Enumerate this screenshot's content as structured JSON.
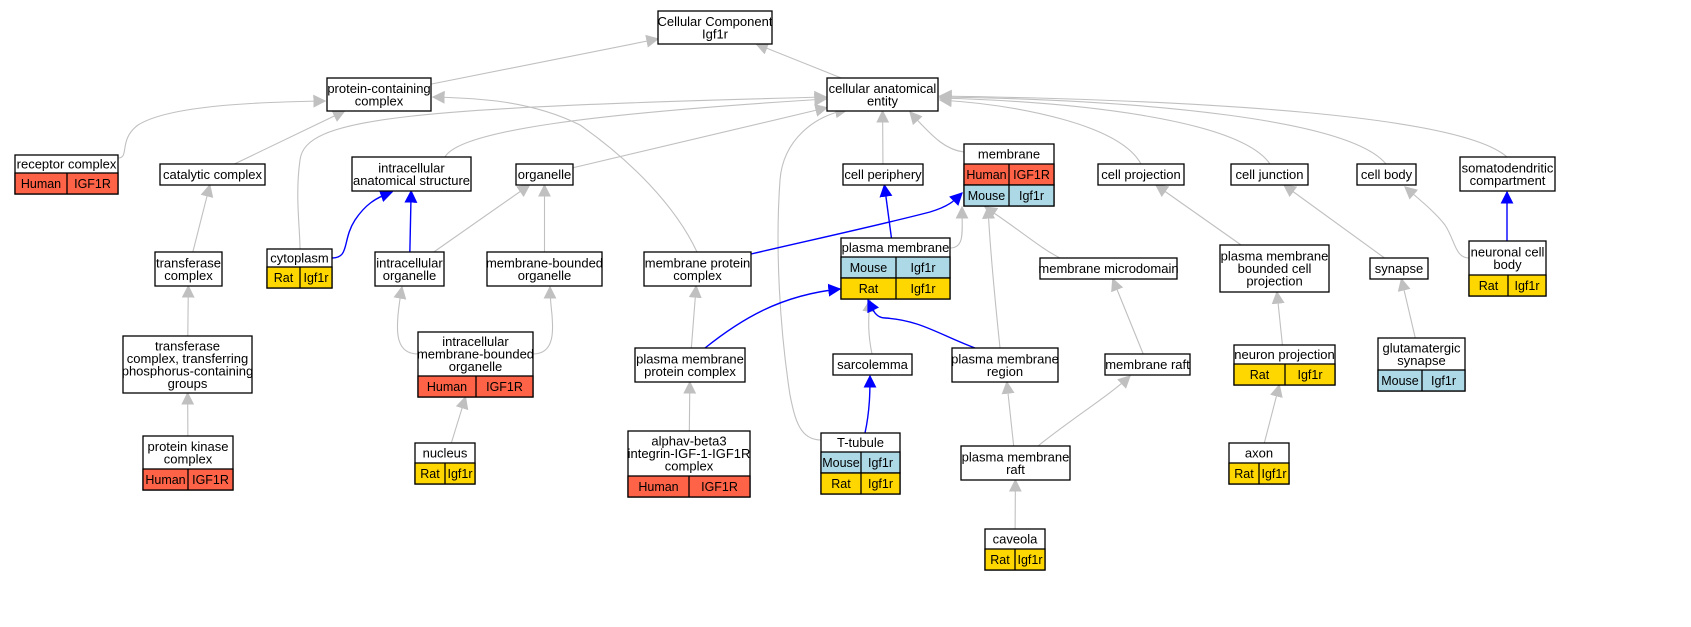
{
  "colors": {
    "edge_gray": "#c0c0c0",
    "edge_blue": "#0000ff",
    "human": "#ff6347",
    "mouse": "#add8e6",
    "rat": "#ffd700",
    "node_fill": "#ffffff",
    "node_stroke": "#000000"
  },
  "nodes": [
    {
      "id": "cc",
      "lines": [
        "Cellular Component",
        "Igf1r"
      ],
      "annotations": []
    },
    {
      "id": "pcc",
      "lines": [
        "protein-containing",
        "complex"
      ],
      "annotations": []
    },
    {
      "id": "cae",
      "lines": [
        "cellular anatomical",
        "entity"
      ],
      "annotations": []
    },
    {
      "id": "rc",
      "lines": [
        "receptor complex"
      ],
      "annotations": [
        {
          "species": "Human",
          "gene": "IGF1R"
        }
      ]
    },
    {
      "id": "catc",
      "lines": [
        "catalytic complex"
      ],
      "annotations": []
    },
    {
      "id": "ias",
      "lines": [
        "intracellular",
        "anatomical structure"
      ],
      "annotations": []
    },
    {
      "id": "org",
      "lines": [
        "organelle"
      ],
      "annotations": []
    },
    {
      "id": "cp",
      "lines": [
        "cell periphery"
      ],
      "annotations": []
    },
    {
      "id": "mem",
      "lines": [
        "membrane"
      ],
      "annotations": [
        {
          "species": "Human",
          "gene": "IGF1R"
        },
        {
          "species": "Mouse",
          "gene": "Igf1r"
        }
      ]
    },
    {
      "id": "cproj",
      "lines": [
        "cell projection"
      ],
      "annotations": []
    },
    {
      "id": "cj",
      "lines": [
        "cell junction"
      ],
      "annotations": []
    },
    {
      "id": "cb",
      "lines": [
        "cell body"
      ],
      "annotations": []
    },
    {
      "id": "sdc",
      "lines": [
        "somatodendritic",
        "compartment"
      ],
      "annotations": []
    },
    {
      "id": "tc",
      "lines": [
        "transferase",
        "complex"
      ],
      "annotations": []
    },
    {
      "id": "cyto",
      "lines": [
        "cytoplasm"
      ],
      "annotations": [
        {
          "species": "Rat",
          "gene": "Igf1r"
        }
      ]
    },
    {
      "id": "io",
      "lines": [
        "intracellular",
        "organelle"
      ],
      "annotations": []
    },
    {
      "id": "mbo",
      "lines": [
        "membrane-bounded",
        "organelle"
      ],
      "annotations": []
    },
    {
      "id": "mpc",
      "lines": [
        "membrane protein",
        "complex"
      ],
      "annotations": []
    },
    {
      "id": "pm",
      "lines": [
        "plasma membrane"
      ],
      "annotations": [
        {
          "species": "Mouse",
          "gene": "Igf1r"
        },
        {
          "species": "Rat",
          "gene": "Igf1r"
        }
      ]
    },
    {
      "id": "mmd",
      "lines": [
        "membrane microdomain"
      ],
      "annotations": []
    },
    {
      "id": "pmbcp",
      "lines": [
        "plasma membrane",
        "bounded cell",
        "projection"
      ],
      "annotations": []
    },
    {
      "id": "syn",
      "lines": [
        "synapse"
      ],
      "annotations": []
    },
    {
      "id": "ncb",
      "lines": [
        "neuronal cell",
        "body"
      ],
      "annotations": [
        {
          "species": "Rat",
          "gene": "Igf1r"
        }
      ]
    },
    {
      "id": "tcpg",
      "lines": [
        "transferase",
        "complex, transferring",
        "phosphorus-containing",
        "groups"
      ],
      "annotations": []
    },
    {
      "id": "imbo",
      "lines": [
        "intracellular",
        "membrane-bounded",
        "organelle"
      ],
      "annotations": [
        {
          "species": "Human",
          "gene": "IGF1R"
        }
      ]
    },
    {
      "id": "pmpc",
      "lines": [
        "plasma membrane",
        "protein complex"
      ],
      "annotations": []
    },
    {
      "id": "sarc",
      "lines": [
        "sarcolemma"
      ],
      "annotations": []
    },
    {
      "id": "pmr",
      "lines": [
        "plasma membrane",
        "region"
      ],
      "annotations": []
    },
    {
      "id": "mraft",
      "lines": [
        "membrane raft"
      ],
      "annotations": []
    },
    {
      "id": "np",
      "lines": [
        "neuron projection"
      ],
      "annotations": [
        {
          "species": "Rat",
          "gene": "Igf1r"
        }
      ]
    },
    {
      "id": "gsyn",
      "lines": [
        "glutamatergic",
        "synapse"
      ],
      "annotations": [
        {
          "species": "Mouse",
          "gene": "Igf1r"
        }
      ]
    },
    {
      "id": "pkc",
      "lines": [
        "protein kinase",
        "complex"
      ],
      "annotations": [
        {
          "species": "Human",
          "gene": "IGF1R"
        }
      ]
    },
    {
      "id": "nuc",
      "lines": [
        "nucleus"
      ],
      "annotations": [
        {
          "species": "Rat",
          "gene": "Igf1r"
        }
      ]
    },
    {
      "id": "abi",
      "lines": [
        "alphav-beta3",
        "integrin-IGF-1-IGF1R",
        "complex"
      ],
      "annotations": [
        {
          "species": "Human",
          "gene": "IGF1R"
        }
      ]
    },
    {
      "id": "ttub",
      "lines": [
        "T-tubule"
      ],
      "annotations": [
        {
          "species": "Mouse",
          "gene": "Igf1r"
        },
        {
          "species": "Rat",
          "gene": "Igf1r"
        }
      ]
    },
    {
      "id": "pmraft",
      "lines": [
        "plasma membrane",
        "raft"
      ],
      "annotations": []
    },
    {
      "id": "axon",
      "lines": [
        "axon"
      ],
      "annotations": [
        {
          "species": "Rat",
          "gene": "Igf1r"
        }
      ]
    },
    {
      "id": "cav",
      "lines": [
        "caveola"
      ],
      "annotations": [
        {
          "species": "Rat",
          "gene": "Igf1r"
        }
      ]
    }
  ],
  "edges": [
    {
      "from": "pcc",
      "to": "cc",
      "kind": "is_a"
    },
    {
      "from": "cae",
      "to": "cc",
      "kind": "is_a"
    },
    {
      "from": "rc",
      "to": "pcc",
      "kind": "is_a"
    },
    {
      "from": "catc",
      "to": "pcc",
      "kind": "is_a"
    },
    {
      "from": "mpc",
      "to": "pcc",
      "kind": "is_a"
    },
    {
      "from": "cyto",
      "to": "cae",
      "kind": "is_a"
    },
    {
      "from": "ias",
      "to": "cae",
      "kind": "is_a"
    },
    {
      "from": "org",
      "to": "cae",
      "kind": "is_a"
    },
    {
      "from": "cp",
      "to": "cae",
      "kind": "is_a"
    },
    {
      "from": "mem",
      "to": "cae",
      "kind": "is_a"
    },
    {
      "from": "cproj",
      "to": "cae",
      "kind": "is_a"
    },
    {
      "from": "cj",
      "to": "cae",
      "kind": "is_a"
    },
    {
      "from": "cb",
      "to": "cae",
      "kind": "is_a"
    },
    {
      "from": "sdc",
      "to": "cae",
      "kind": "is_a"
    },
    {
      "from": "ttub",
      "to": "cae",
      "kind": "is_a"
    },
    {
      "from": "tc",
      "to": "catc",
      "kind": "is_a"
    },
    {
      "from": "tcpg",
      "to": "tc",
      "kind": "is_a"
    },
    {
      "from": "pkc",
      "to": "tcpg",
      "kind": "is_a"
    },
    {
      "from": "cyto",
      "to": "ias",
      "kind": "part_of"
    },
    {
      "from": "io",
      "to": "ias",
      "kind": "part_of"
    },
    {
      "from": "io",
      "to": "org",
      "kind": "is_a"
    },
    {
      "from": "mbo",
      "to": "org",
      "kind": "is_a"
    },
    {
      "from": "imbo",
      "to": "io",
      "kind": "is_a"
    },
    {
      "from": "imbo",
      "to": "mbo",
      "kind": "is_a"
    },
    {
      "from": "nuc",
      "to": "imbo",
      "kind": "is_a"
    },
    {
      "from": "mpc",
      "to": "mem",
      "kind": "part_of"
    },
    {
      "from": "pm",
      "to": "cp",
      "kind": "part_of"
    },
    {
      "from": "pm",
      "to": "mem",
      "kind": "is_a"
    },
    {
      "from": "pmpc",
      "to": "mpc",
      "kind": "is_a"
    },
    {
      "from": "pmpc",
      "to": "pm",
      "kind": "part_of"
    },
    {
      "from": "abi",
      "to": "pmpc",
      "kind": "is_a"
    },
    {
      "from": "sarc",
      "to": "pm",
      "kind": "is_a"
    },
    {
      "from": "pmr",
      "to": "pm",
      "kind": "part_of"
    },
    {
      "from": "pmr",
      "to": "mem",
      "kind": "is_a"
    },
    {
      "from": "mmd",
      "to": "mem",
      "kind": "is_a"
    },
    {
      "from": "ttub",
      "to": "sarc",
      "kind": "part_of"
    },
    {
      "from": "mraft",
      "to": "mmd",
      "kind": "is_a"
    },
    {
      "from": "pmraft",
      "to": "pmr",
      "kind": "is_a"
    },
    {
      "from": "pmraft",
      "to": "mraft",
      "kind": "is_a"
    },
    {
      "from": "cav",
      "to": "pmraft",
      "kind": "is_a"
    },
    {
      "from": "pmbcp",
      "to": "cproj",
      "kind": "is_a"
    },
    {
      "from": "np",
      "to": "pmbcp",
      "kind": "is_a"
    },
    {
      "from": "axon",
      "to": "np",
      "kind": "is_a"
    },
    {
      "from": "syn",
      "to": "cj",
      "kind": "is_a"
    },
    {
      "from": "gsyn",
      "to": "syn",
      "kind": "is_a"
    },
    {
      "from": "ncb",
      "to": "cb",
      "kind": "is_a"
    },
    {
      "from": "ncb",
      "to": "sdc",
      "kind": "part_of"
    }
  ]
}
